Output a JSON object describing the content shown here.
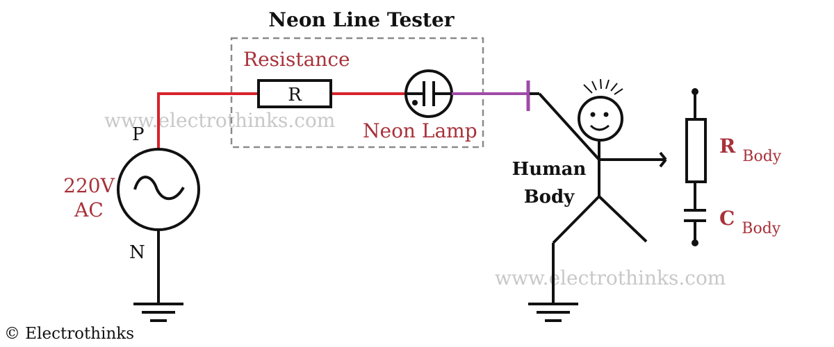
{
  "title": "Neon Line Tester",
  "resistance_label": "Resistance",
  "resistor_symbol": "R",
  "neon_lamp_label": "Neon Lamp",
  "phase_label": "P",
  "neutral_label": "N",
  "source_voltage": "220V",
  "source_type": "AC",
  "human_body_line1": "Human",
  "human_body_line2": "Body",
  "r_body_main": "R",
  "r_body_sub": "Body",
  "c_body_main": "C",
  "c_body_sub": "Body",
  "watermark_1": "www.electrothinks.com",
  "watermark_2": "www.electrothinks.com",
  "copyright": "© Electrothinks",
  "colors": {
    "phase_wire": "#d8232a",
    "lamp_wire": "#a04aa8",
    "label_red": "#a8323a",
    "stroke": "#111111",
    "box_dash": "#8a8a8a",
    "watermark": "#c8c8c8"
  }
}
